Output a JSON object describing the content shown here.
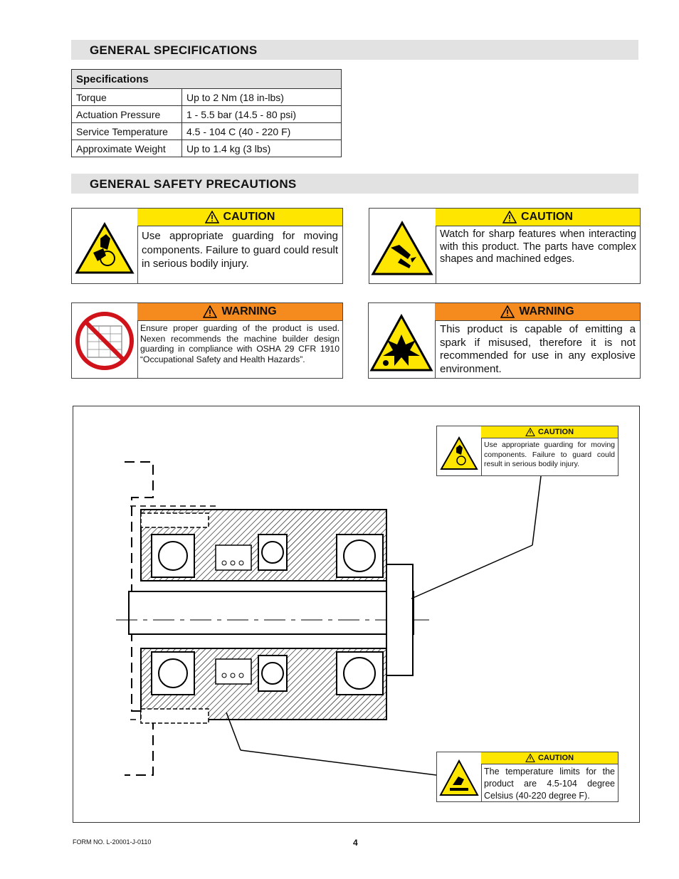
{
  "sections": {
    "specs_title": "GENERAL SPECIFICATIONS",
    "safety_title": "GENERAL SAFETY PRECAUTIONS"
  },
  "spec_table": {
    "header": "Specifications",
    "rows": [
      {
        "label": "Torque",
        "value": "Up to 2 Nm (18 in-lbs)"
      },
      {
        "label": "Actuation Pressure",
        "value": "1 - 5.5 bar (14.5 - 80 psi)"
      },
      {
        "label": "Service Temperature",
        "value": "4.5 - 104 C (40 - 220 F)"
      },
      {
        "label": "Approximate Weight",
        "value": "Up to 1.4 kg (3 lbs)"
      }
    ]
  },
  "safety": [
    {
      "level": "CAUTION",
      "text": "Use appropriate guarding for moving components.  Failure to guard could result in serious bodily injury."
    },
    {
      "level": "CAUTION",
      "text": "Watch for sharp features when interacting with this product.  The parts have complex shapes and machined edges."
    },
    {
      "level": "WARNING",
      "text": "Ensure proper guarding of the product is used.  Nexen recommends the machine builder design guarding in compliance with OSHA 29 CFR 1910 “Occupational Safety and Health Hazards”."
    },
    {
      "level": "WARNING",
      "text": "This product is capable of emitting a spark if misused, therefore it is not recommended for use in any explosive environment."
    }
  ],
  "diagram_callouts": [
    {
      "level": "CAUTION",
      "text": "Use appropriate guarding for moving components.  Failure to guard could result in serious bodily injury."
    },
    {
      "level": "CAUTION",
      "text": "The temperature limits for the product are 4.5-104 degree Celsius (40-220 degree F)."
    }
  ],
  "colors": {
    "caution": "#ffe600",
    "warning": "#f58a1f",
    "section_bg": "#e2e2e2"
  },
  "footer": {
    "form_no": "FORM NO. L-20001-J-0110",
    "page": "4"
  }
}
